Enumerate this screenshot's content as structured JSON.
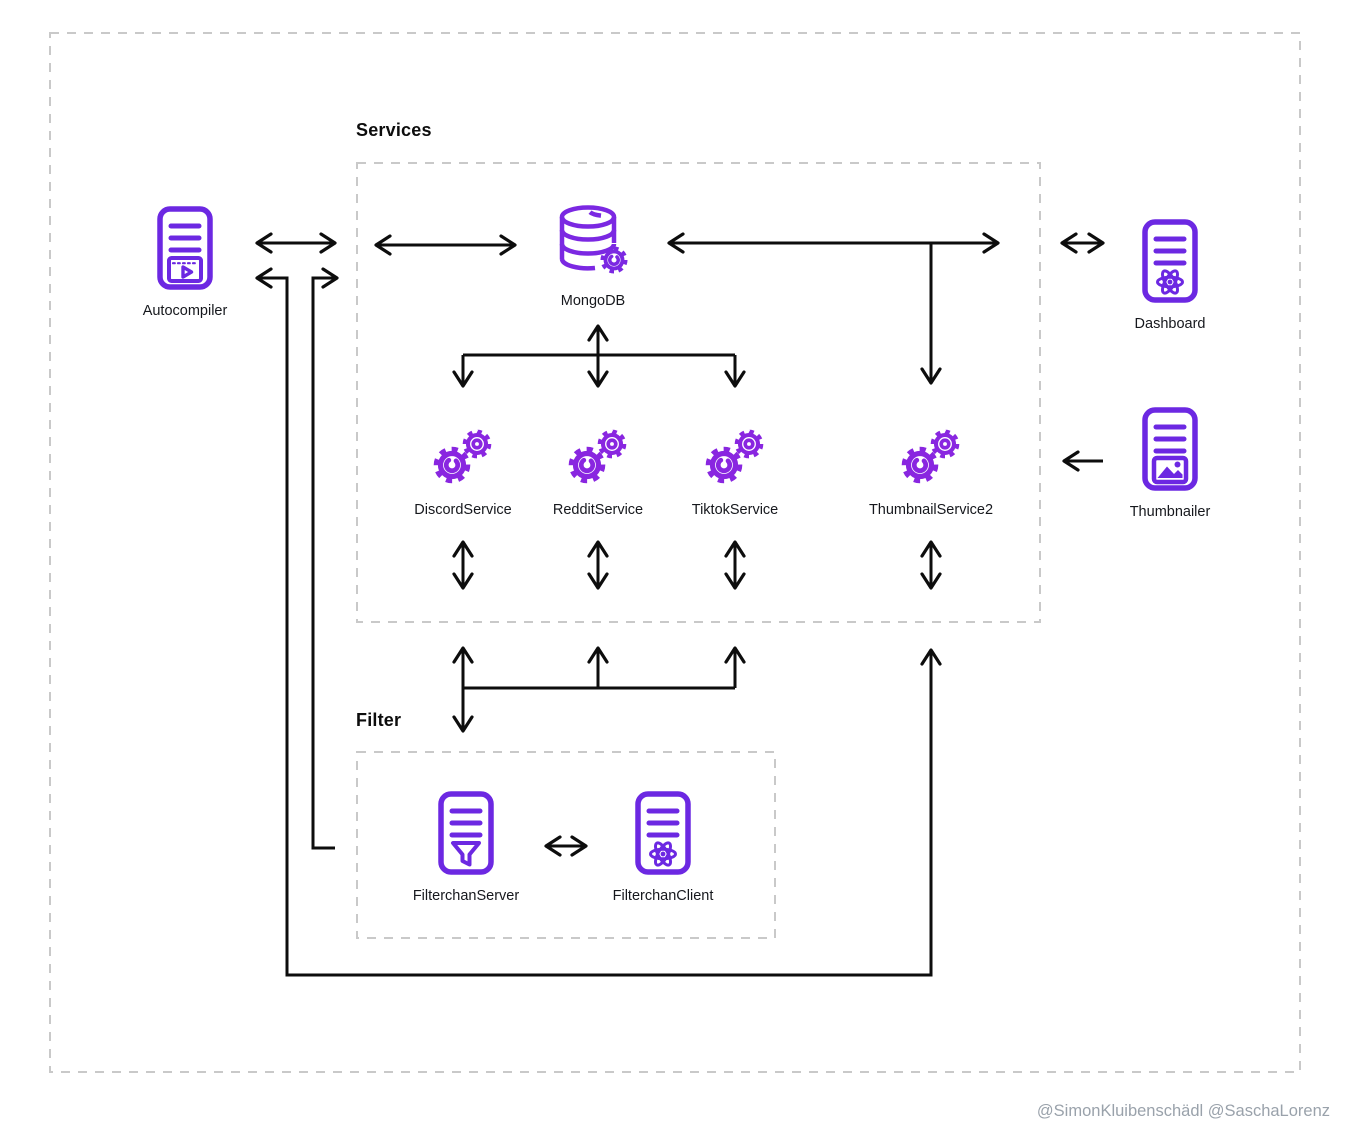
{
  "groups": {
    "services": {
      "label": "Services"
    },
    "filter": {
      "label": "Filter"
    }
  },
  "nodes": {
    "autocompiler": {
      "label": "Autocompiler",
      "icon": "server-video-icon"
    },
    "mongodb": {
      "label": "MongoDB",
      "icon": "database-gear-icon"
    },
    "dashboard": {
      "label": "Dashboard",
      "icon": "server-atom-icon"
    },
    "thumbnailer": {
      "label": "Thumbnailer",
      "icon": "server-image-icon"
    },
    "discord": {
      "label": "DiscordService",
      "icon": "gears-icon"
    },
    "reddit": {
      "label": "RedditService",
      "icon": "gears-icon"
    },
    "tiktok": {
      "label": "TiktokService",
      "icon": "gears-icon"
    },
    "thumbnail2": {
      "label": "ThumbnailService2",
      "icon": "gears-icon"
    },
    "filterchan_server": {
      "label": "FilterchanServer",
      "icon": "server-funnel-icon"
    },
    "filterchan_client": {
      "label": "FilterchanClient",
      "icon": "server-atom-icon"
    }
  },
  "footer": {
    "attribution": "@SimonKluibenschädl @SaschaLorenz"
  },
  "colors": {
    "icon_purple": "#6c28e2",
    "gear_purple": "#8926e0",
    "mongo_purple": "#7b28e2",
    "line_black": "#0d0d0d",
    "dash_gray": "#c9c9c9",
    "label_dark": "#16181d",
    "attribution_gray": "#9aa2ab"
  }
}
